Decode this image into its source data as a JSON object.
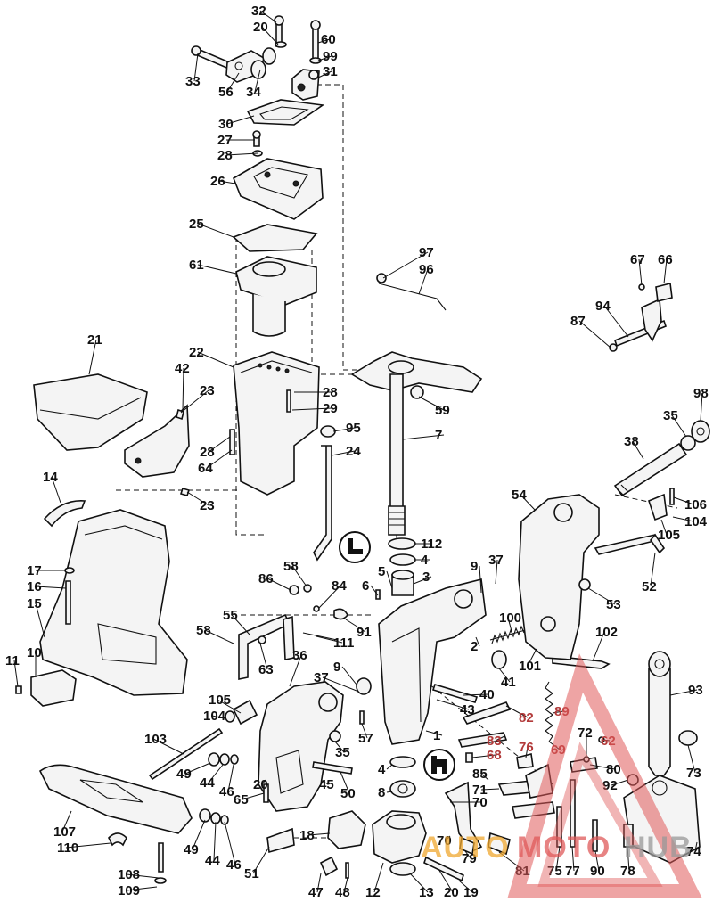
{
  "callouts": [
    {
      "id": "32",
      "text": "32"
    },
    {
      "id": "20a",
      "text": "20"
    },
    {
      "id": "60",
      "text": "60"
    },
    {
      "id": "99",
      "text": "99"
    },
    {
      "id": "31",
      "text": "31"
    },
    {
      "id": "33",
      "text": "33"
    },
    {
      "id": "56",
      "text": "56"
    },
    {
      "id": "34",
      "text": "34"
    },
    {
      "id": "30",
      "text": "30"
    },
    {
      "id": "27",
      "text": "27"
    },
    {
      "id": "28a",
      "text": "28"
    },
    {
      "id": "26",
      "text": "26"
    },
    {
      "id": "25",
      "text": "25"
    },
    {
      "id": "61",
      "text": "61"
    },
    {
      "id": "97",
      "text": "97"
    },
    {
      "id": "96",
      "text": "96"
    },
    {
      "id": "67",
      "text": "67"
    },
    {
      "id": "66",
      "text": "66"
    },
    {
      "id": "94",
      "text": "94"
    },
    {
      "id": "87",
      "text": "87"
    },
    {
      "id": "21",
      "text": "21"
    },
    {
      "id": "22",
      "text": "22"
    },
    {
      "id": "42",
      "text": "42"
    },
    {
      "id": "23a",
      "text": "23"
    },
    {
      "id": "28b",
      "text": "28"
    },
    {
      "id": "29",
      "text": "29"
    },
    {
      "id": "59",
      "text": "59"
    },
    {
      "id": "98",
      "text": "98"
    },
    {
      "id": "95",
      "text": "95"
    },
    {
      "id": "7",
      "text": "7"
    },
    {
      "id": "35a",
      "text": "35"
    },
    {
      "id": "28c",
      "text": "28"
    },
    {
      "id": "64",
      "text": "64"
    },
    {
      "id": "24",
      "text": "24"
    },
    {
      "id": "38",
      "text": "38"
    },
    {
      "id": "14",
      "text": "14"
    },
    {
      "id": "23b",
      "text": "23"
    },
    {
      "id": "54",
      "text": "54"
    },
    {
      "id": "106",
      "text": "106"
    },
    {
      "id": "104a",
      "text": "104"
    },
    {
      "id": "105a",
      "text": "105"
    },
    {
      "id": "112",
      "text": "112"
    },
    {
      "id": "4a",
      "text": "4"
    },
    {
      "id": "37a",
      "text": "37"
    },
    {
      "id": "9a",
      "text": "9"
    },
    {
      "id": "5",
      "text": "5"
    },
    {
      "id": "3",
      "text": "3"
    },
    {
      "id": "17",
      "text": "17"
    },
    {
      "id": "58a",
      "text": "58"
    },
    {
      "id": "86",
      "text": "86"
    },
    {
      "id": "52",
      "text": "52"
    },
    {
      "id": "16",
      "text": "16"
    },
    {
      "id": "6",
      "text": "6"
    },
    {
      "id": "84",
      "text": "84"
    },
    {
      "id": "53",
      "text": "53"
    },
    {
      "id": "15",
      "text": "15"
    },
    {
      "id": "55",
      "text": "55"
    },
    {
      "id": "91",
      "text": "91"
    },
    {
      "id": "100",
      "text": "100"
    },
    {
      "id": "102",
      "text": "102"
    },
    {
      "id": "58b",
      "text": "58"
    },
    {
      "id": "111",
      "text": "111"
    },
    {
      "id": "2",
      "text": "2"
    },
    {
      "id": "11",
      "text": "11"
    },
    {
      "id": "10",
      "text": "10"
    },
    {
      "id": "63",
      "text": "63"
    },
    {
      "id": "36",
      "text": "36"
    },
    {
      "id": "101",
      "text": "101"
    },
    {
      "id": "9b",
      "text": "9"
    },
    {
      "id": "93",
      "text": "93"
    },
    {
      "id": "37b",
      "text": "37"
    },
    {
      "id": "41",
      "text": "41"
    },
    {
      "id": "40",
      "text": "40"
    },
    {
      "id": "105b",
      "text": "105"
    },
    {
      "id": "43",
      "text": "43"
    },
    {
      "id": "104b",
      "text": "104"
    },
    {
      "id": "57",
      "text": "57"
    },
    {
      "id": "1",
      "text": "1"
    },
    {
      "id": "103",
      "text": "103"
    },
    {
      "id": "35b",
      "text": "35"
    },
    {
      "id": "4b",
      "text": "4"
    },
    {
      "id": "49a",
      "text": "49"
    },
    {
      "id": "44a",
      "text": "44"
    },
    {
      "id": "46a",
      "text": "46"
    },
    {
      "id": "45",
      "text": "45"
    },
    {
      "id": "50",
      "text": "50"
    },
    {
      "id": "20b",
      "text": "20"
    },
    {
      "id": "65",
      "text": "65"
    },
    {
      "id": "8",
      "text": "8"
    },
    {
      "id": "107",
      "text": "107"
    },
    {
      "id": "110",
      "text": "110"
    },
    {
      "id": "49b",
      "text": "49"
    },
    {
      "id": "44b",
      "text": "44"
    },
    {
      "id": "46b",
      "text": "46"
    },
    {
      "id": "18",
      "text": "18"
    },
    {
      "id": "51",
      "text": "51"
    },
    {
      "id": "108",
      "text": "108"
    },
    {
      "id": "109",
      "text": "109"
    },
    {
      "id": "47",
      "text": "47"
    },
    {
      "id": "48",
      "text": "48"
    },
    {
      "id": "12",
      "text": "12"
    },
    {
      "id": "13",
      "text": "13"
    },
    {
      "id": "20c",
      "text": "20"
    },
    {
      "id": "19",
      "text": "19"
    },
    {
      "id": "79",
      "text": "79"
    },
    {
      "id": "81",
      "text": "81"
    },
    {
      "id": "75",
      "text": "75"
    },
    {
      "id": "77",
      "text": "77"
    },
    {
      "id": "90",
      "text": "90"
    },
    {
      "id": "78",
      "text": "78"
    },
    {
      "id": "74",
      "text": "74"
    },
    {
      "id": "73",
      "text": "73"
    },
    {
      "id": "92",
      "text": "92"
    },
    {
      "id": "80",
      "text": "80"
    },
    {
      "id": "72",
      "text": "72"
    },
    {
      "id": "85",
      "text": "85"
    },
    {
      "id": "71",
      "text": "71"
    },
    {
      "id": "70a",
      "text": "70"
    },
    {
      "id": "70b",
      "text": "70"
    }
  ],
  "callouts_red": [
    {
      "id": "82",
      "text": "82"
    },
    {
      "id": "89",
      "text": "89"
    },
    {
      "id": "83",
      "text": "83"
    },
    {
      "id": "68",
      "text": "68"
    },
    {
      "id": "69",
      "text": "69"
    },
    {
      "id": "76",
      "text": "76"
    },
    {
      "id": "62",
      "text": "62"
    }
  ],
  "watermark": {
    "part1": "AUTO",
    "part2": "MOTO",
    "part3": "HUB"
  },
  "colors": {
    "line": "#111111",
    "watermark_red": "#e05a5a",
    "watermark_orange": "#f0a830",
    "watermark_gray": "#999999"
  },
  "icons": [
    "apply-sealant-symbol",
    "apply-sealant-symbol"
  ]
}
